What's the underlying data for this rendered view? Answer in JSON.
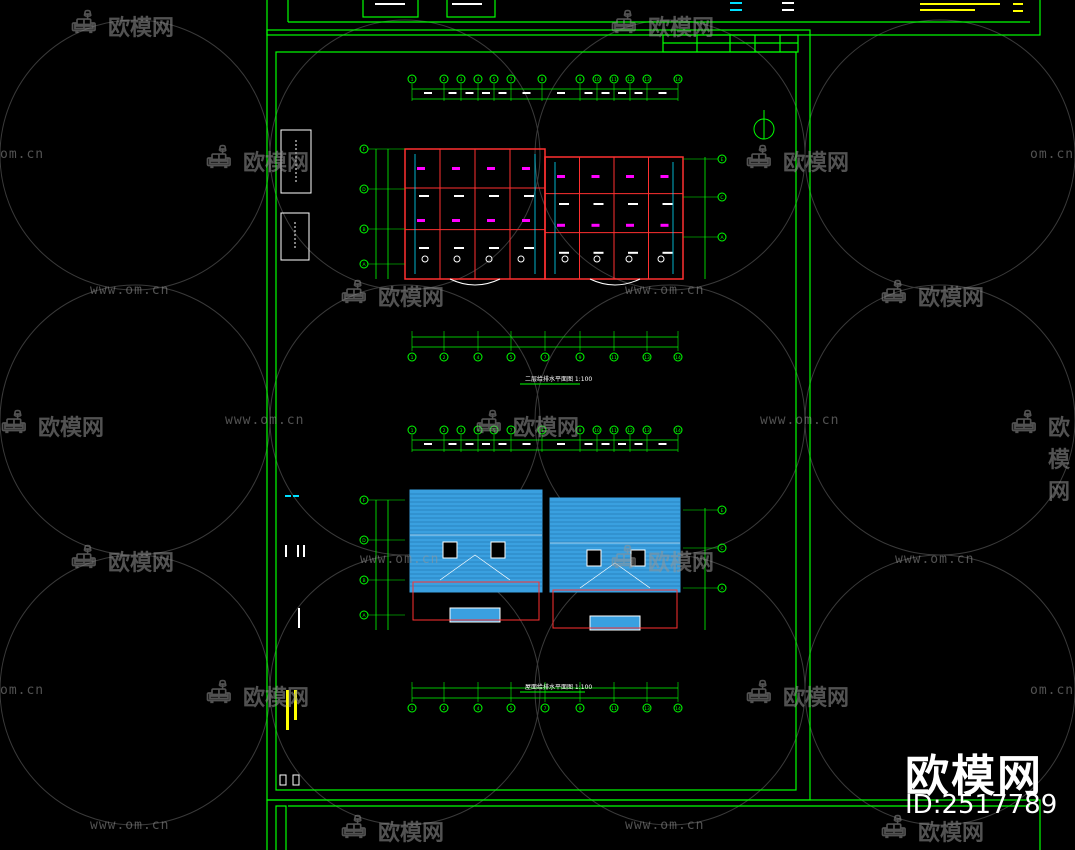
{
  "colors": {
    "background": "#000000",
    "frame": "#00ff00",
    "wall": "#ff3030",
    "axis": "#00ff00",
    "room": "#ff00ff",
    "roof": "#3aa0e0",
    "annotation": "#ffffff",
    "watermark": "#8a8a8a"
  },
  "watermark": {
    "brand": "欧模网",
    "site": "www.om.cn",
    "site_short": "om.cn"
  },
  "brand_overlay": {
    "name": "欧模网",
    "id": "ID:2517789"
  },
  "drawing": {
    "plan1_title": "二层给排水平面图  1:100",
    "plan2_title": "屋面给排水平面图  1:100",
    "axis_top_row1": [
      "1",
      "2",
      "3",
      "4",
      "5",
      "7",
      "8",
      "9",
      "10",
      "11",
      "12",
      "13",
      "14"
    ],
    "axis_top_row2": [
      "1",
      "2",
      "3",
      "4",
      "5",
      "7",
      "9",
      "10",
      "11",
      "12",
      "13",
      "14"
    ],
    "axis_left": [
      "F",
      "D",
      "B",
      "A"
    ],
    "axis_right": [
      "E",
      "C",
      "A"
    ],
    "axis_bottom": [
      "1",
      "2",
      "4",
      "5",
      "7",
      "9",
      "11",
      "13",
      "14"
    ]
  },
  "icons": {
    "north_arrow": "north-arrow-icon"
  }
}
